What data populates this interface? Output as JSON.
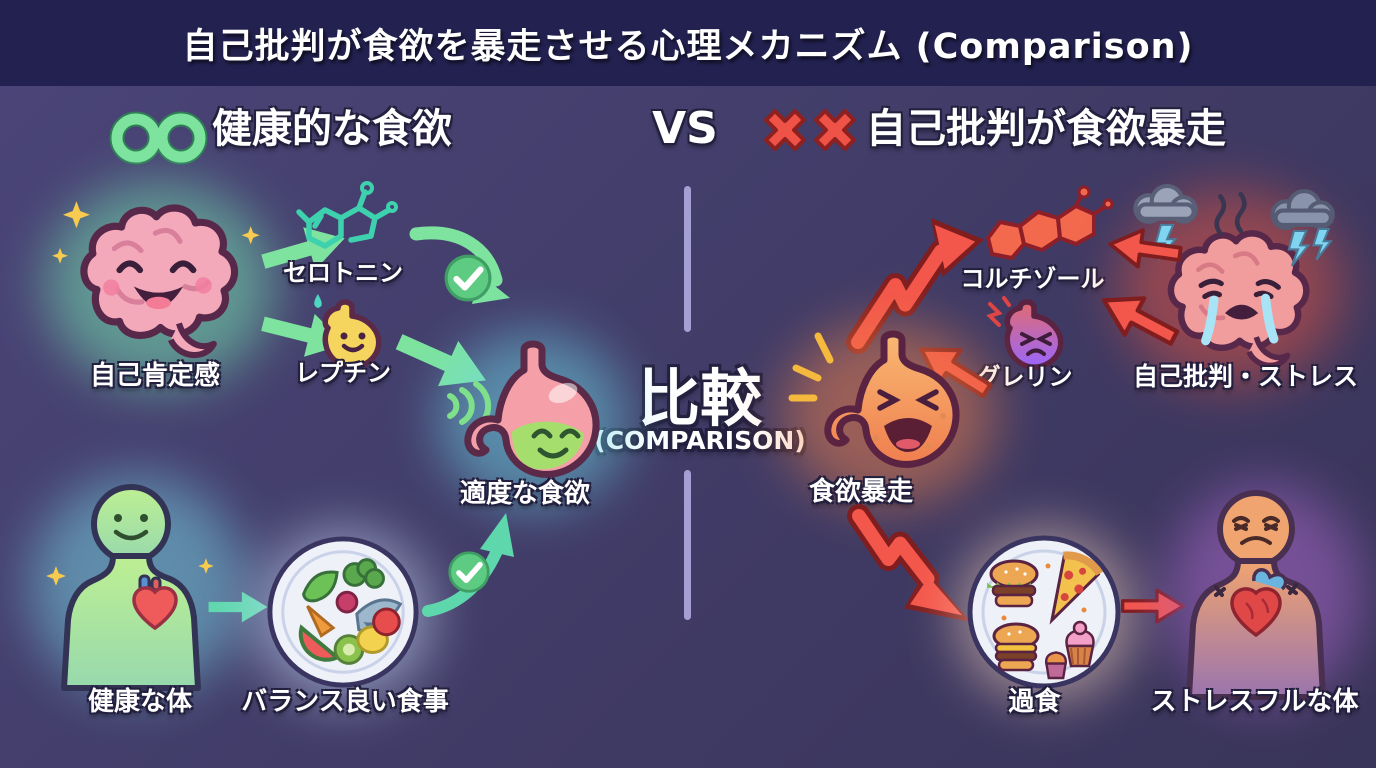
{
  "header": {
    "title": "自己批判が食欲を暴走させる心理メカニズム (Comparison)"
  },
  "left_panel": {
    "badge_symbol": "〇〇",
    "badge_icon": "double-circle-icon",
    "heading": "健康的な食欲",
    "nodes": {
      "self_esteem": {
        "label": "自己肯定感",
        "icon": "happy-brain-icon"
      },
      "serotonin": {
        "label": "セロトニン",
        "icon": "serotonin-molecule-icon"
      },
      "leptin": {
        "label": "レプチン",
        "icon": "leptin-stomach-icon"
      },
      "moderate_appetite": {
        "label": "適度な食欲",
        "icon": "calm-stomach-icon"
      },
      "healthy_body": {
        "label": "健康な体",
        "icon": "healthy-body-icon"
      },
      "balanced_meal": {
        "label": "バランス良い食事",
        "icon": "balanced-meal-plate-icon"
      }
    }
  },
  "center": {
    "vs": "VS",
    "heading": "比較",
    "subheading": "(COMPARISON)"
  },
  "right_panel": {
    "badge_symbol": "××",
    "badge_icon": "double-cross-icon",
    "heading": "自己批判が食欲暴走",
    "nodes": {
      "cortisol": {
        "label": "コルチゾール",
        "icon": "cortisol-molecule-icon"
      },
      "self_criticism": {
        "label": "自己批判・ストレス",
        "icon": "crying-brain-storm-icon"
      },
      "ghrelin": {
        "label": "グレリン",
        "icon": "ghrelin-stomach-icon"
      },
      "appetite_rampage": {
        "label": "食欲暴走",
        "icon": "rampage-stomach-icon"
      },
      "overeating": {
        "label": "過食",
        "icon": "junk-food-plate-icon"
      },
      "stressed_body": {
        "label": "ストレスフルな体",
        "icon": "stressed-body-icon"
      }
    }
  },
  "colors": {
    "background": "#433e6b",
    "title_bar": "#232150",
    "green_accent": "#7de39e",
    "teal_accent": "#45d4b5",
    "red_accent": "#f3564a",
    "yellow_accent": "#f7cb4f",
    "divider": "#a59fd4",
    "text": "#ffffff"
  }
}
